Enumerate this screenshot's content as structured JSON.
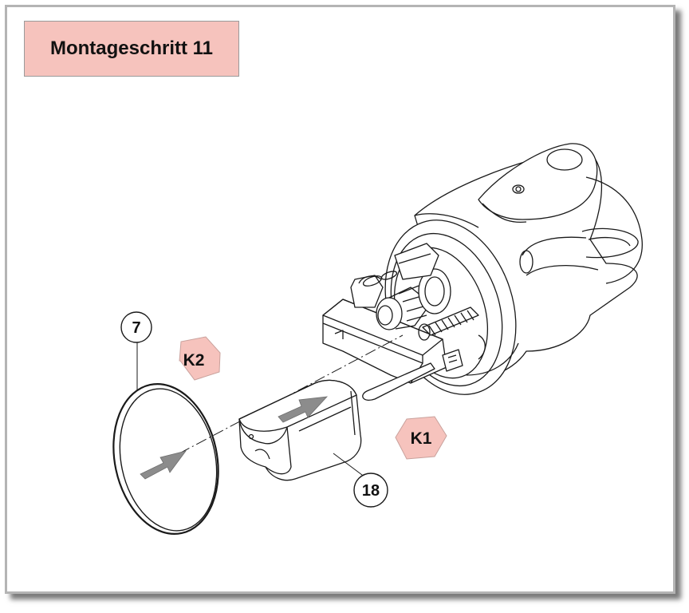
{
  "title": "Montageschritt 11",
  "callouts": {
    "part_7": "7",
    "part_18": "18"
  },
  "markers": {
    "k2": "K2",
    "k1": "K1"
  },
  "colors": {
    "title_fill": "#f6c3bd",
    "marker_fill": "#f6c3bd",
    "arrow_fill": "#8c8c8c",
    "frame_border": "#b4b4b4"
  }
}
